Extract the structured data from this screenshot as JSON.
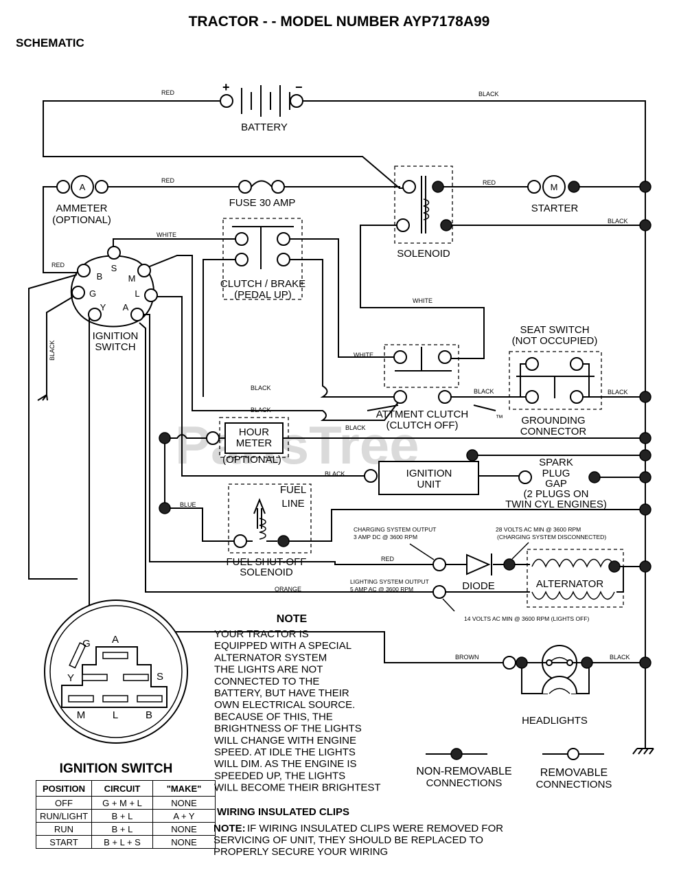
{
  "title": "TRACTOR - - MODEL NUMBER AYP7178A99",
  "subtitle": "SCHEMATIC",
  "watermark": "PartsTree",
  "watermark_tm": "™",
  "components": {
    "battery": "BATTERY",
    "battery_pos": "+",
    "battery_neg": "−",
    "ammeter_symbol": "A",
    "ammeter_1": "AMMETER",
    "ammeter_2": "(OPTIONAL)",
    "fuse": "FUSE 30 AMP",
    "starter_symbol": "M",
    "starter": "STARTER",
    "solenoid": "SOLENOID",
    "clutch_brake_1": "CLUTCH / BRAKE",
    "clutch_brake_2": "(PEDAL UP)",
    "ignition_switch_1": "IGNITION",
    "ignition_switch_2": "SWITCH",
    "seat_switch_1": "SEAT SWITCH",
    "seat_switch_2": "(NOT OCCUPIED)",
    "grounding_1": "GROUNDING",
    "grounding_2": "CONNECTOR",
    "attment_clutch_1": "ATTMENT CLUTCH",
    "attment_clutch_2": "(CLUTCH OFF)",
    "hour_meter_1": "HOUR",
    "hour_meter_2": "METER",
    "hour_meter_3": "(OPTIONAL)",
    "ignition_unit_1": "IGNITION",
    "ignition_unit_2": "UNIT",
    "spark_1": "SPARK",
    "spark_2": "PLUG",
    "spark_3": "GAP",
    "spark_4": "(2 PLUGS ON",
    "spark_5": "TWIN CYL ENGINES)",
    "fuel_line_1": "FUEL",
    "fuel_line_2": "LINE",
    "fuel_solenoid_1": "FUEL SHUT-OFF",
    "fuel_solenoid_2": "SOLENOID",
    "diode": "DIODE",
    "alternator": "ALTERNATOR",
    "headlights": "HEADLIGHTS",
    "terminals": {
      "S": "S",
      "B": "B",
      "M": "M",
      "G": "G",
      "L": "L",
      "Y": "Y",
      "A": "A"
    }
  },
  "wires": {
    "red": "RED",
    "black": "BLACK",
    "white": "WHITE",
    "blue": "BLUE",
    "orange": "ORANGE",
    "brown": "BROWN"
  },
  "specs": {
    "charging_1": "CHARGING SYSTEM OUTPUT",
    "charging_2": "3 AMP DC @ 3600 RPM",
    "volts28_1": "28 VOLTS AC MIN  @ 3600 RPM",
    "volts28_2": "(CHARGING SYSTEM DISCONNECTED)",
    "lighting_1": "LIGHTING SYSTEM OUTPUT",
    "lighting_2": "5 AMP AC @ 3600 RPM",
    "volts14": "14 VOLTS AC MIN  @ 3600 RPM (LIGHTS OFF)"
  },
  "note": {
    "heading": "NOTE",
    "lines": [
      "YOUR TRACTOR IS",
      "EQUIPPED WITH A SPECIAL",
      "ALTERNATOR SYSTEM",
      "THE LIGHTS ARE NOT",
      "CONNECTED TO THE",
      "BATTERY, BUT HAVE THEIR",
      "OWN ELECTRICAL SOURCE.",
      "BECAUSE OF THIS, THE",
      "BRIGHTNESS OF THE LIGHTS",
      "WILL CHANGE WITH ENGINE",
      "SPEED.  AT IDLE THE LIGHTS",
      "WILL DIM.  AS THE ENGINE IS",
      "SPEEDED UP, THE LIGHTS",
      "WILL BECOME THEIR BRIGHTEST"
    ]
  },
  "legend": {
    "non_removable_1": "NON-REMOVABLE",
    "non_removable_2": "CONNECTIONS",
    "removable_1": "REMOVABLE",
    "removable_2": "CONNECTIONS"
  },
  "ignition_switch_diagram": {
    "title": "IGNITION SWITCH",
    "labels": {
      "A": "A",
      "G": "G",
      "Y": "Y",
      "S": "S",
      "M": "M",
      "L": "L",
      "B": "B"
    }
  },
  "ignition_table": {
    "headers": [
      "POSITION",
      "CIRCUIT",
      "\"MAKE\""
    ],
    "rows": [
      [
        "OFF",
        "G + M + L",
        "NONE"
      ],
      [
        "RUN/LIGHT",
        "B + L",
        "A + Y"
      ],
      [
        "RUN",
        "B + L",
        "NONE"
      ],
      [
        "START",
        "B + L + S",
        "NONE"
      ]
    ]
  },
  "clips": {
    "heading": "WIRING INSULATED CLIPS",
    "note_label": "NOTE:",
    "note_1": "IF WIRING INSULATED CLIPS WERE REMOVED FOR",
    "note_2": "SERVICING OF UNIT, THEY SHOULD BE REPLACED TO",
    "note_3": "PROPERLY SECURE YOUR WIRING"
  }
}
